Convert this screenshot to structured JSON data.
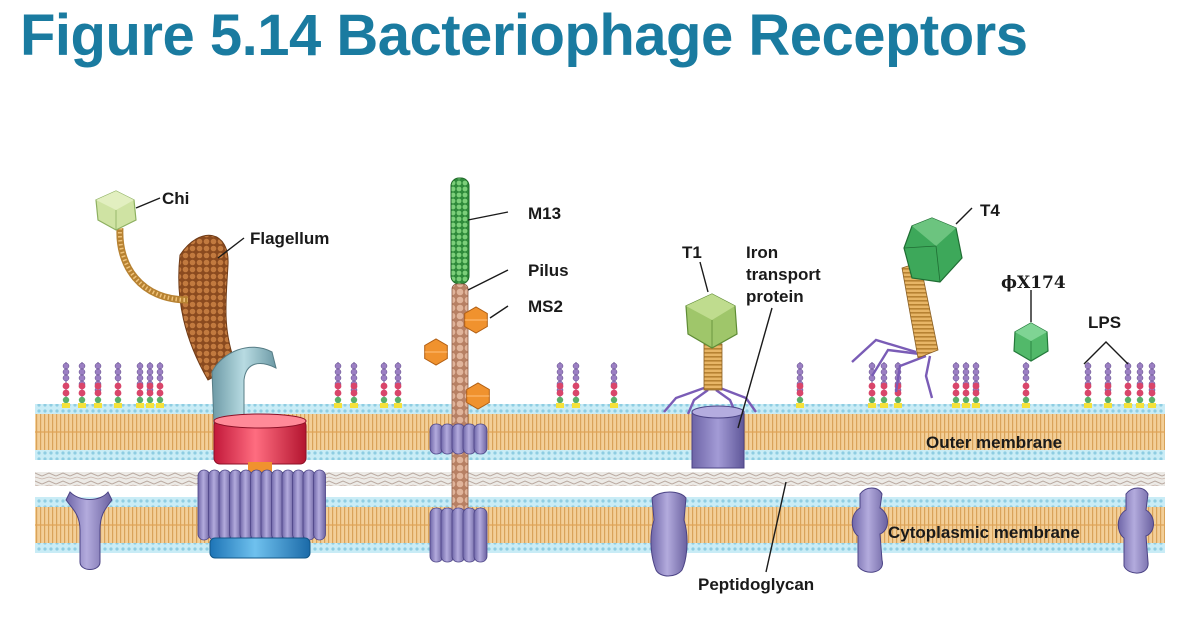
{
  "title": "Figure 5.14 Bacteriophage Receptors",
  "labels": {
    "chi": "Chi",
    "flagellum": "Flagellum",
    "m13": "M13",
    "pilus": "Pilus",
    "ms2": "MS2",
    "t1": "T1",
    "iron_line1": "Iron",
    "iron_line2": "transport",
    "iron_line3": "protein",
    "t4": "T4",
    "phix174": "ϕX174",
    "lps": "LPS",
    "outer_membrane": "Outer membrane",
    "cytoplasmic_membrane": "Cytoplasmic membrane",
    "peptidoglycan": "Peptidoglycan"
  },
  "colors": {
    "title": "#1a7ba0",
    "membrane_tail": "#f1c98e",
    "membrane_head": "#bfe3ef",
    "protein": "#8f86c2",
    "virus_green": "#8dbf5a",
    "virus_dark_green": "#3f9e4c",
    "ms2_orange": "#f0922e",
    "flagellum_brown": "#9a5b2a",
    "lps_purple": "#9b7fc3",
    "lps_red": "#d9456a",
    "lps_green": "#5aaf6a"
  }
}
